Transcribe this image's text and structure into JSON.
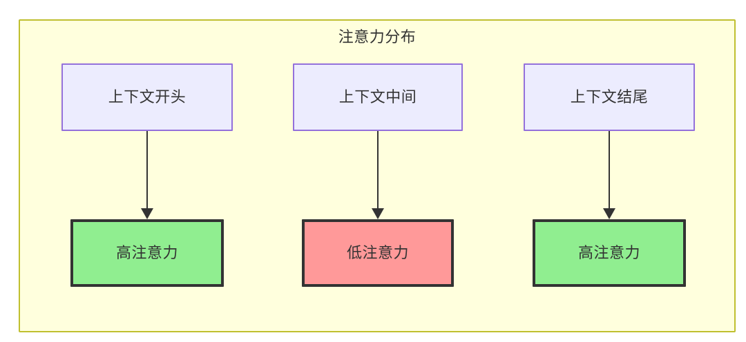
{
  "diagram": {
    "title": "注意力分布",
    "background_color": "#ffffdd",
    "border_color": "#bfbf2f",
    "nodes": [
      {
        "id": "ctx-start",
        "label": "上下文开头",
        "fill": "#ececfe",
        "stroke": "#9370db"
      },
      {
        "id": "ctx-middle",
        "label": "上下文中间",
        "fill": "#ececfe",
        "stroke": "#9370db"
      },
      {
        "id": "ctx-end",
        "label": "上下文结尾",
        "fill": "#ececfe",
        "stroke": "#9370db"
      },
      {
        "id": "attn-high-left",
        "label": "高注意力",
        "fill": "#90ee90",
        "stroke": "#333333"
      },
      {
        "id": "attn-low-middle",
        "label": "低注意力",
        "fill": "#ff9999",
        "stroke": "#333333"
      },
      {
        "id": "attn-high-right",
        "label": "高注意力",
        "fill": "#90ee90",
        "stroke": "#333333"
      }
    ],
    "edges": [
      {
        "from": "ctx-start",
        "to": "attn-high-left"
      },
      {
        "from": "ctx-middle",
        "to": "attn-low-middle"
      },
      {
        "from": "ctx-end",
        "to": "attn-high-right"
      }
    ]
  }
}
